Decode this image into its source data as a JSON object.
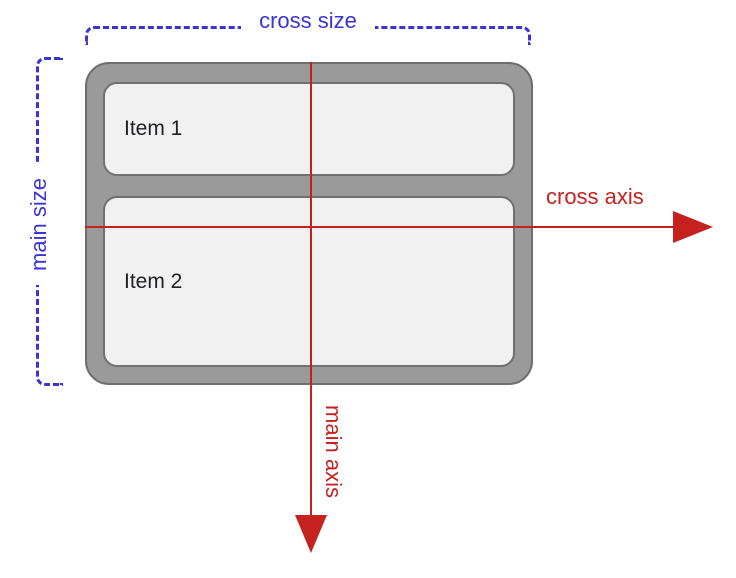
{
  "annotations": {
    "cross_size": "cross size",
    "main_size": "main size",
    "cross_axis": "cross axis",
    "main_axis": "main axis"
  },
  "flex_container": {
    "items": [
      {
        "label": "Item 1"
      },
      {
        "label": "Item 2"
      }
    ]
  },
  "colors": {
    "axis_red": "#c5221f",
    "size_blue": "#3b33d6",
    "container_fill": "#9a9a9a",
    "container_border": "#6e6e6e",
    "item_fill": "#f1f1f1",
    "item_border": "#707070",
    "item_text": "#202124",
    "background": "#ffffff"
  }
}
